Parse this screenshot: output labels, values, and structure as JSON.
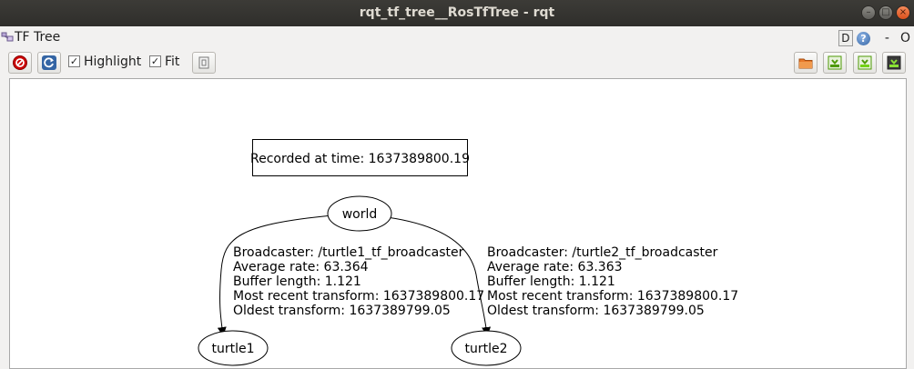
{
  "window": {
    "title": "rqt_tf_tree__RosTfTree - rqt",
    "minimize_glyph": "–",
    "maximize_glyph": "□",
    "close_glyph": "×"
  },
  "plugin": {
    "title": "TF Tree",
    "header_right": {
      "d_label": "D",
      "help_glyph": "?",
      "dash": "-",
      "o_label": "O"
    }
  },
  "toolbar": {
    "highlight_label": "Highlight",
    "fit_label": "Fit",
    "highlight_checked": "✓",
    "fit_checked": "✓"
  },
  "graph": {
    "recorded_label": "Recorded at time: 1637389800.19",
    "nodes": {
      "world": "world",
      "turtle1": "turtle1",
      "turtle2": "turtle2"
    },
    "edge_turtle1": [
      "Broadcaster: /turtle1_tf_broadcaster",
      "Average rate: 63.364",
      "Buffer length: 1.121",
      "Most recent transform: 1637389800.17",
      "Oldest transform: 1637389799.05"
    ],
    "edge_turtle2": [
      "Broadcaster: /turtle2_tf_broadcaster",
      "Average rate: 63.363",
      "Buffer length: 1.121",
      "Most recent transform: 1637389800.17",
      "Oldest transform: 1637389799.05"
    ]
  },
  "colors": {
    "titlebar": "#3c3b37",
    "close_button": "#e95420",
    "stop_icon": "#cc0000",
    "refresh_icon": "#3465a4",
    "folder_icon": "#e8792b",
    "save_icon": "#4e9a06"
  }
}
